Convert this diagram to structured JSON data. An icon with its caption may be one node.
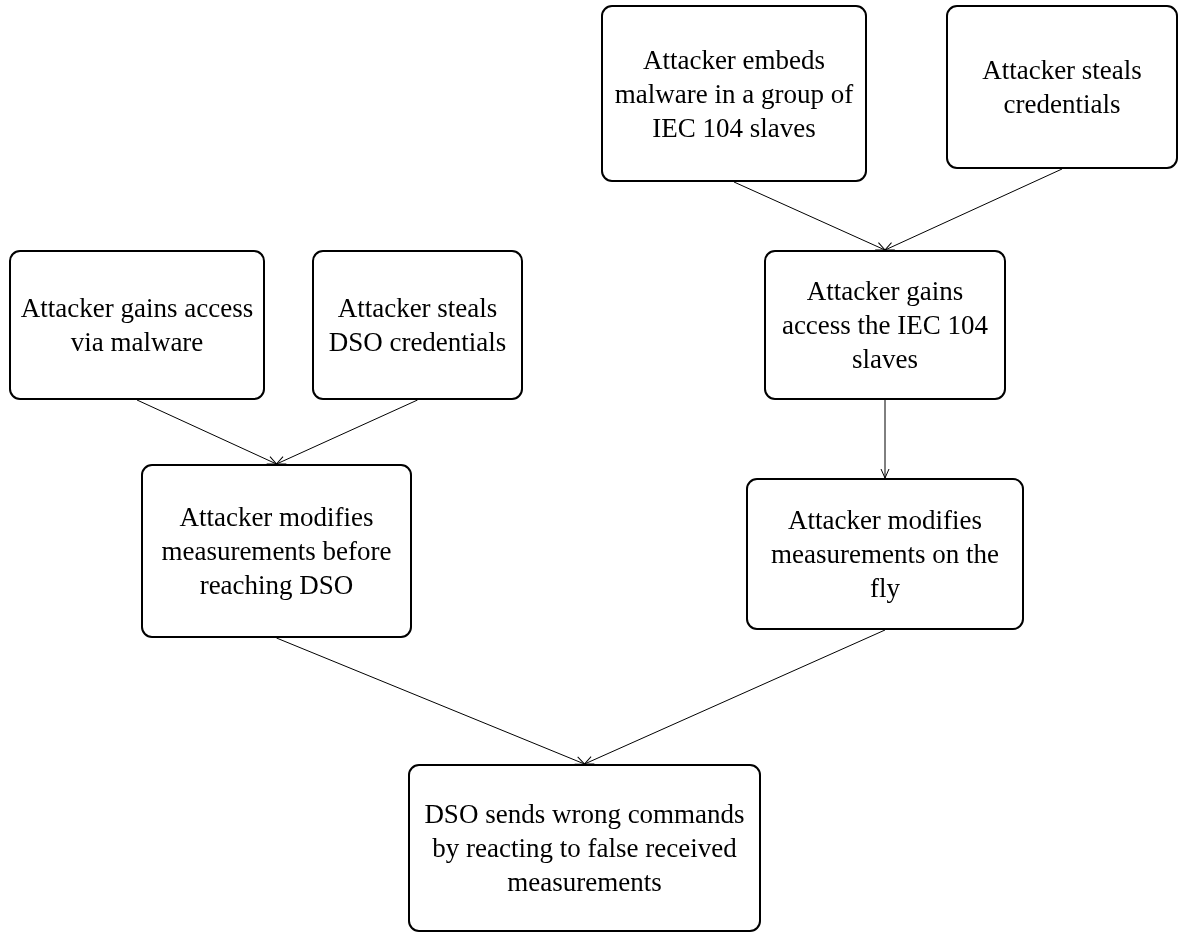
{
  "diagram": {
    "nodes": [
      {
        "text": [
          "Attacker embeds malware in a group of IEC 104 slaves"
        ]
      },
      {
        "text": [
          "Attacker steals credentials"
        ]
      },
      {
        "text": [
          "Attacker gains access via malware"
        ]
      },
      {
        "text": [
          "Attacker steals DSO credentials"
        ]
      },
      {
        "text": [
          "Attacker gains access the IEC 104 slaves"
        ]
      },
      {
        "text": [
          "Attacker modifies measurements before reaching DSO"
        ]
      },
      {
        "text": [
          "Attacker modifies measurements on the fly"
        ]
      },
      {
        "text": [
          "DSO sends wrong commands by reacting to false received measurements"
        ]
      }
    ],
    "edges": [
      {
        "from": 0,
        "to": 4,
        "arrow": "to"
      },
      {
        "from": 1,
        "to": 4,
        "arrow": "to"
      },
      {
        "from": 2,
        "to": 5,
        "arrow": "to"
      },
      {
        "from": 3,
        "to": 5,
        "arrow": "to"
      },
      {
        "from": 4,
        "to": 6,
        "arrow": "to"
      },
      {
        "from": 5,
        "to": 7,
        "arrow": "to"
      },
      {
        "from": 6,
        "to": 7,
        "arrow": "to"
      }
    ]
  }
}
